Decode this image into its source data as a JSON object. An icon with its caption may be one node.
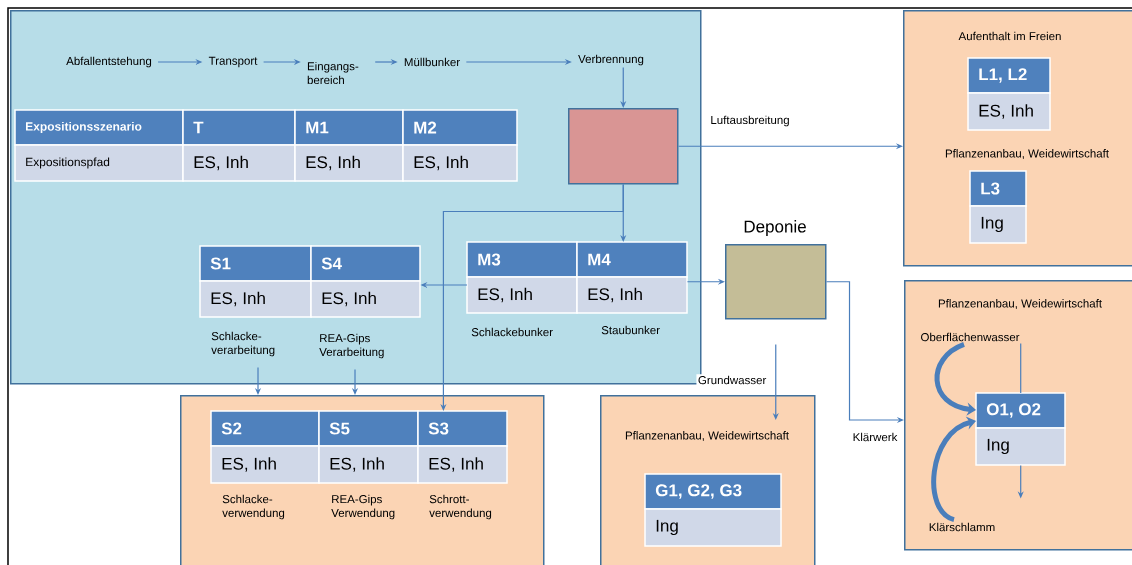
{
  "diagram": {
    "nodes": [
      {
        "text": [],
        "shape": "box"
      },
      {
        "text": [
          "Abfallentstehung"
        ],
        "in": 0
      },
      {
        "text": [
          "Transport"
        ],
        "in": 0
      },
      {
        "text": [
          "Eingangs- bereich"
        ],
        "in": 0
      },
      {
        "text": [
          "Müllbunker"
        ],
        "in": 0
      },
      {
        "text": [
          "Verbrennung"
        ],
        "in": 0
      },
      {
        "text": [],
        "shape": "box",
        "in": 0
      },
      {
        "text": [
          "M3",
          "M4",
          "ES, Inh",
          "ES, Inh"
        ],
        "beside": [
          "Schlackebunker",
          "Staubunker"
        ],
        "in": 0
      },
      {
        "text": [
          "S1",
          "S4",
          "ES, Inh",
          "ES, Inh"
        ],
        "beside": [
          "Schlacke- verarbeitung",
          "REA-Gips Verarbeitung"
        ],
        "in": 0
      },
      {
        "text": [],
        "shape": "box"
      },
      {
        "text": [
          "S2",
          "S5",
          "S3",
          "ES, Inh",
          "ES, Inh",
          "ES, Inh"
        ],
        "beside": [
          "Schlacke- verwendung",
          "REA-Gips Verwendung",
          "Schrott- verwendung"
        ],
        "in": 9
      },
      {
        "text": [
          "Deponie"
        ]
      },
      {
        "text": [
          "Aufenthalt im Freien",
          "Pflanzenanbau, Weidewirtschaft"
        ]
      },
      {
        "text": [
          "L1, L2",
          "ES, Inh"
        ],
        "in": 12
      },
      {
        "text": [
          "L3",
          "Ing"
        ],
        "in": 12
      },
      {
        "text": [
          "Pflanzenanbau, Weidewirtschaft"
        ]
      },
      {
        "text": [
          "G1, G2, G3",
          "Ing"
        ],
        "in": 15
      },
      {
        "text": [
          "Pflanzenanbau, Weidewirtschaft"
        ]
      },
      {
        "text": [
          "Oberflächenwasser"
        ],
        "in": 17
      },
      {
        "text": [
          "Klärschlamm"
        ],
        "in": 17
      },
      {
        "text": [
          "O1, O2",
          "Ing"
        ],
        "in": 17
      }
    ],
    "edges": [
      {
        "from": 1,
        "to": 2,
        "arrow": "to"
      },
      {
        "from": 2,
        "to": 3,
        "arrow": "to"
      },
      {
        "from": 3,
        "to": 4,
        "arrow": "to"
      },
      {
        "from": 4,
        "to": 5,
        "arrow": "to"
      },
      {
        "from": 5,
        "to": 6,
        "arrow": "to"
      },
      {
        "from": 6,
        "to": 12,
        "arrow": "to",
        "label": "Luftausbreitung"
      },
      {
        "from": 6,
        "to": 7,
        "arrow": "to"
      },
      {
        "from": 6,
        "to": 10,
        "arrow": "to"
      },
      {
        "from": 7,
        "to": 8,
        "arrow": "to"
      },
      {
        "from": 8,
        "to": 9,
        "arrow": "to"
      },
      {
        "from": 8,
        "to": 9,
        "arrow": "to"
      },
      {
        "from": 7,
        "to": 11,
        "arrow": "to"
      },
      {
        "from": 11,
        "to": 15,
        "arrow": "to",
        "label": "Grundwasser"
      },
      {
        "from": 11,
        "to": 17,
        "arrow": "to",
        "label": "Klärwerk"
      },
      {
        "from": 18,
        "to": 20,
        "arrow": "to",
        "style": "thick"
      },
      {
        "from": 19,
        "to": 20,
        "arrow": "to",
        "style": "thick"
      },
      {
        "from": 18,
        "to": 20,
        "arrow": "none"
      },
      {
        "from": 20,
        "to": null,
        "arrow": "to"
      }
    ],
    "labels": [
      "Expositionsszenario",
      "T",
      "M1",
      "M2",
      "Expositionspfad",
      "ES, Inh",
      "ES, Inh",
      "ES, Inh"
    ]
  }
}
